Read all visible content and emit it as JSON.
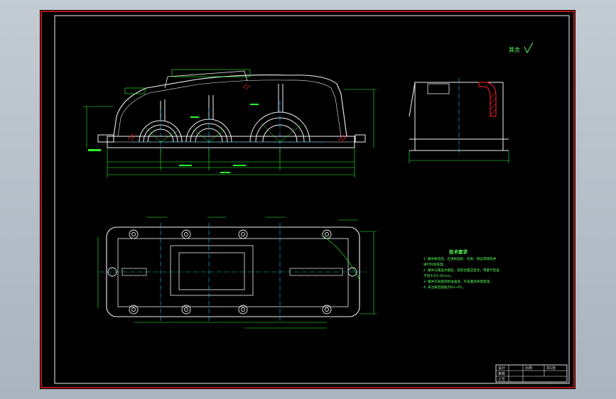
{
  "drawing": {
    "roughness_symbol_label": "其余",
    "technical_requirements": {
      "title": "技术要求",
      "items": [
        "1. 箱体铸造后，应清除型砂、毛刺、锐边等缺陷并",
        "   进行时效处理。",
        "2. 箱体与箱盖合箱后，其结合面应密合，用塞尺检查",
        "   不得大于0.05mm。",
        "3. 箱体内表面涂耐油油漆，外表面涂防锈底漆。",
        "4. 未注铸造圆角为R3~R5。"
      ]
    },
    "title_block": {
      "label_design": "设计",
      "label_check": "审核",
      "label_process": "工艺",
      "label_scale": "比例",
      "label_sheet": "共1张"
    }
  },
  "colors": {
    "background": "#000000",
    "frame_outer": "#e11b1b",
    "frame_inner": "#f2f2f2",
    "geometry": "#f2f2f2",
    "dimension": "#2bff2b",
    "centerline": "#19d0ff",
    "section_hatch": "#ff2020",
    "leader": "#ffff40"
  }
}
